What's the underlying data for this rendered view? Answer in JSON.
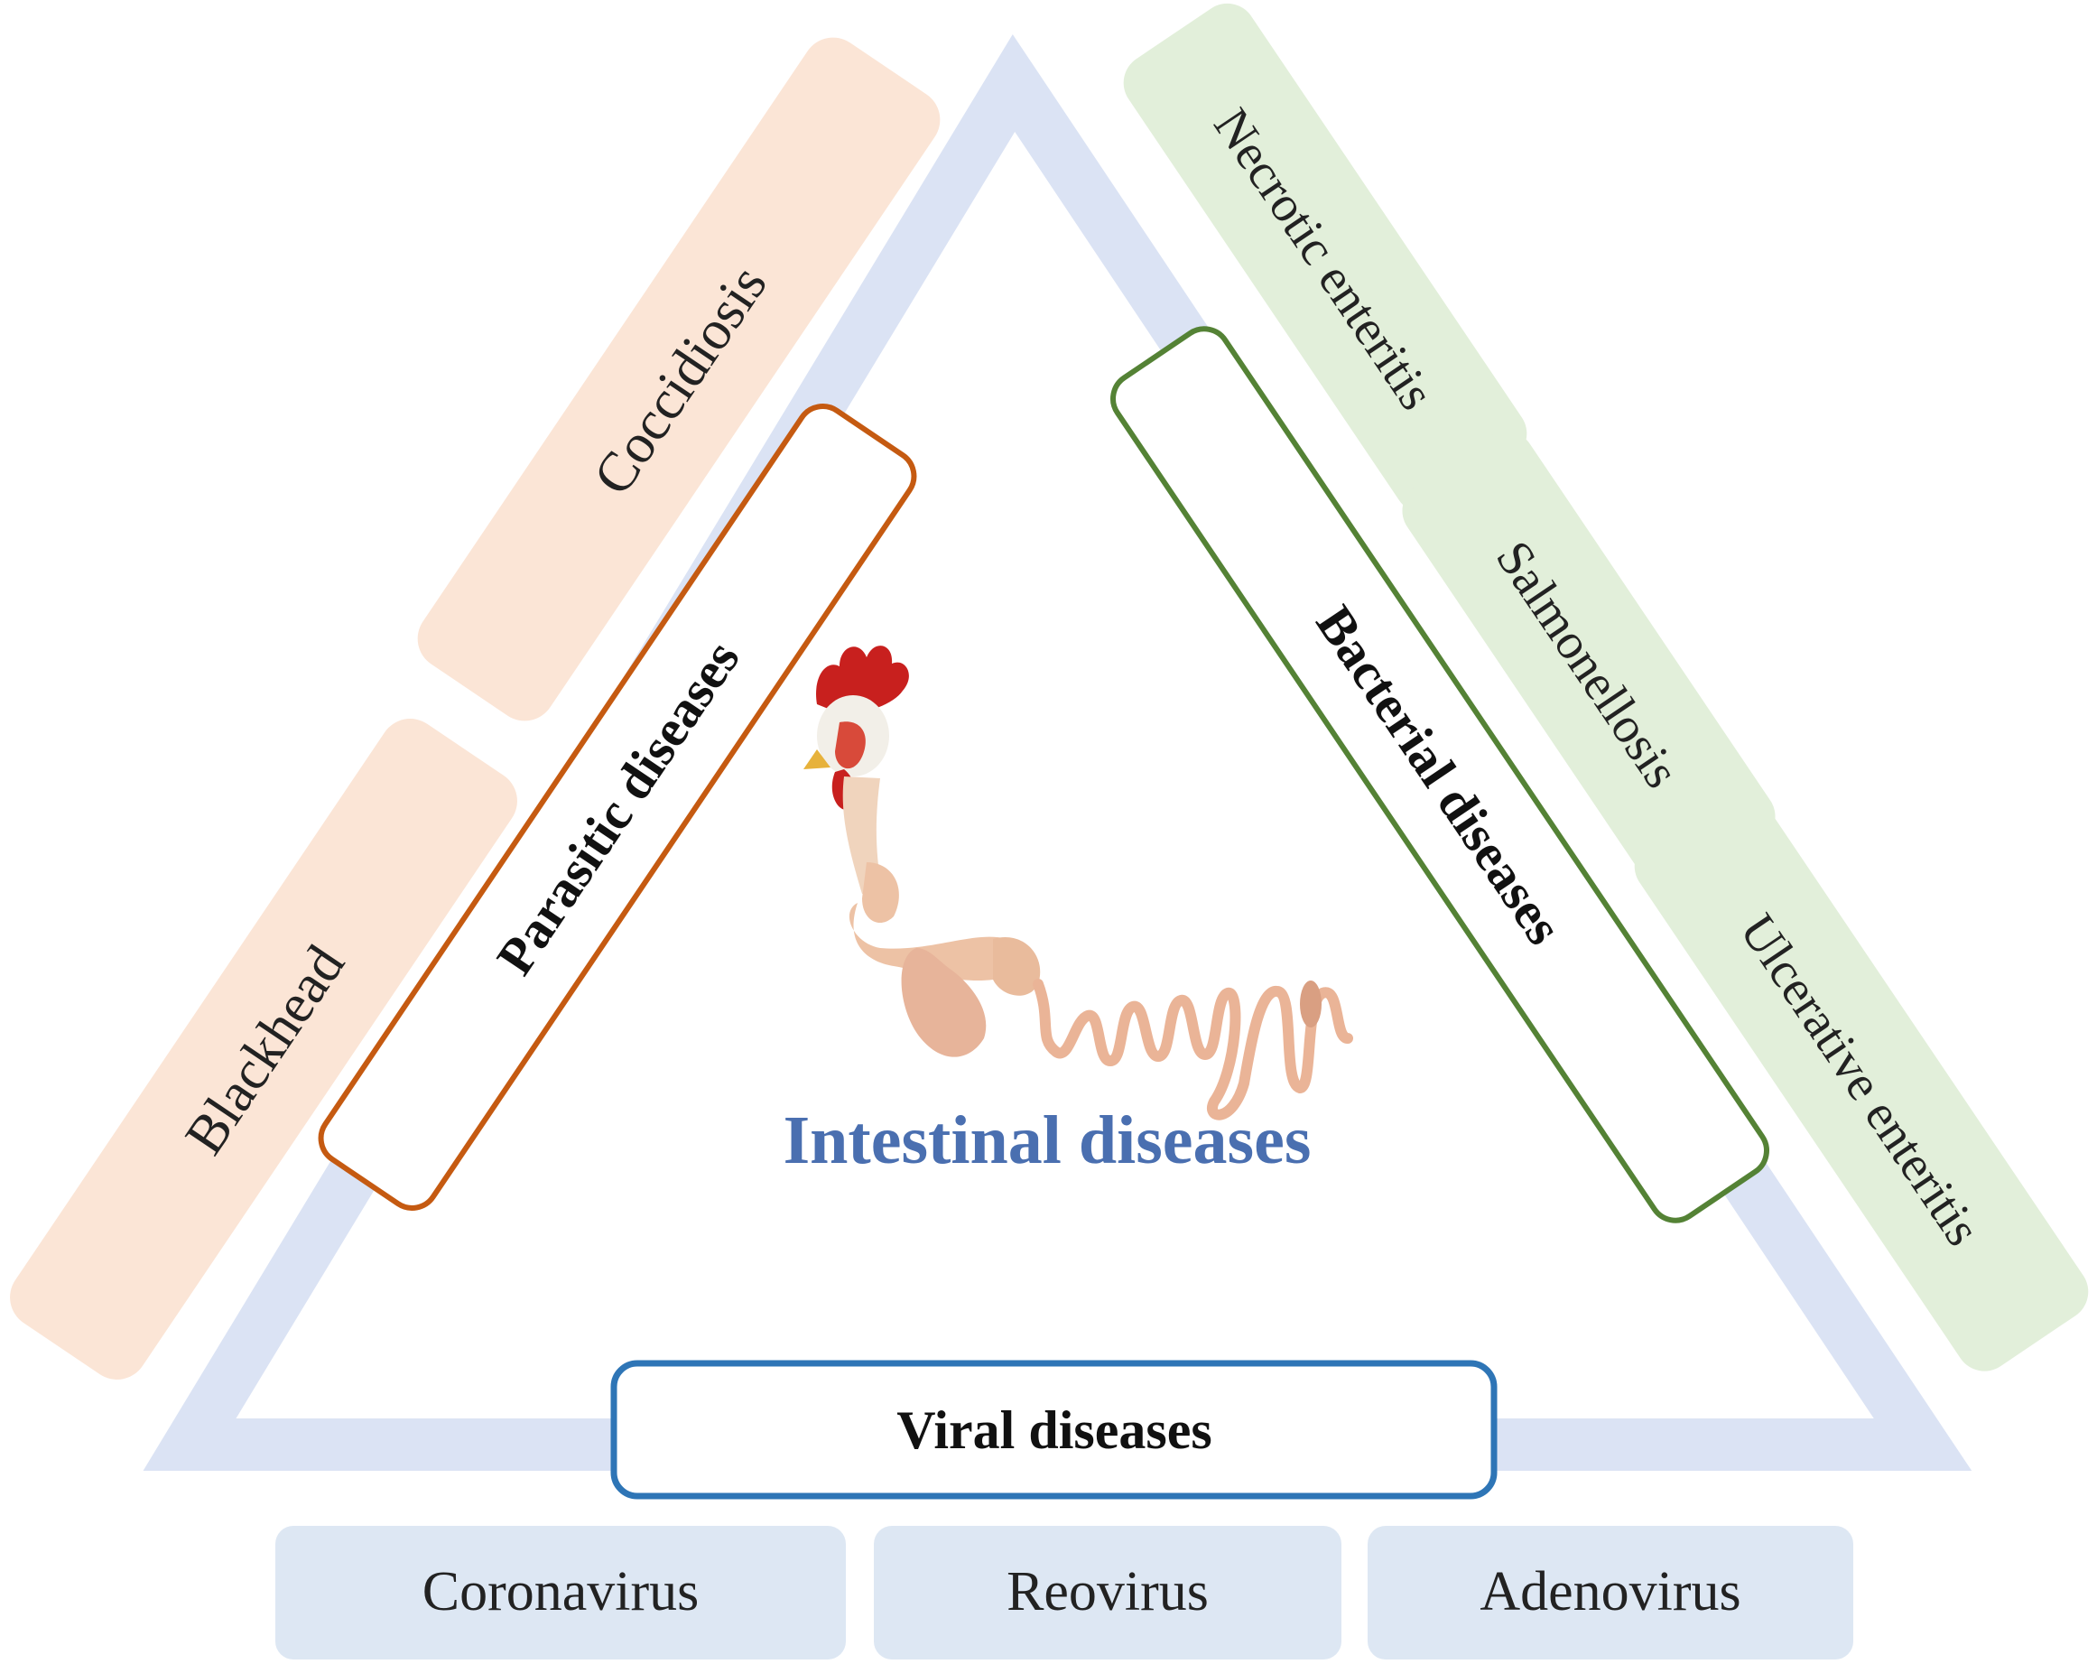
{
  "center_label": "Intestinal diseases",
  "categories": {
    "parasitic": {
      "label": "Parasitic diseases",
      "items": [
        "Coccidiosis",
        "Blackhead"
      ]
    },
    "bacterial": {
      "label": "Bacterial diseases",
      "items": [
        "Necrotic enteritis",
        "Salmonellosis",
        "Ulcerative enteritis"
      ]
    },
    "viral": {
      "label": "Viral diseases",
      "items": [
        "Coronavirus",
        "Reovirus",
        "Adenovirus"
      ]
    }
  },
  "colors": {
    "triangle": "#dbe3f4",
    "parasitic_border": "#c55a11",
    "parasitic_fill": "#fbe5d6",
    "bacterial_border": "#548235",
    "bacterial_fill": "#e2efda",
    "viral_border": "#2e75b6",
    "viral_fill": "#dde7f3",
    "center_text": "#4a6fb0"
  },
  "icons": {
    "center_image": "chicken-digestive-tract"
  }
}
